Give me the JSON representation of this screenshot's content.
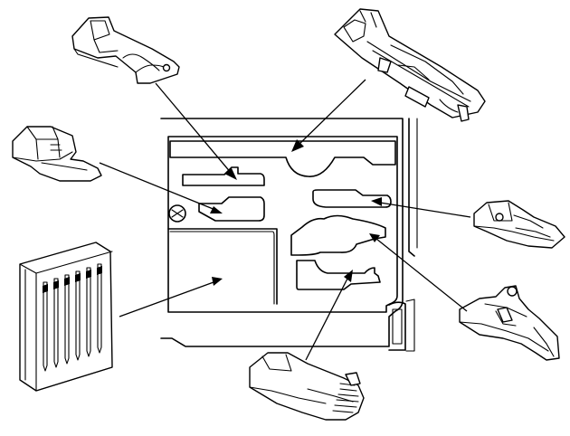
{
  "figure": {
    "kind": "accessory-storage-diagram",
    "accessories": [
      {
        "id": "rolled-hem-foot",
        "icon": "rolled-hem-foot-icon"
      },
      {
        "id": "buttonhole-foot",
        "icon": "buttonhole-foot-icon"
      },
      {
        "id": "zipper-foot",
        "icon": "zipper-foot-icon"
      },
      {
        "id": "satin-stitch-foot",
        "icon": "satin-stitch-foot-icon"
      },
      {
        "id": "needle-pack",
        "icon": "needle-pack-icon"
      },
      {
        "id": "straight-stitch-foot",
        "icon": "straight-stitch-foot-icon"
      },
      {
        "id": "overcasting-foot",
        "icon": "overcasting-foot-icon"
      }
    ],
    "colors": {
      "line": "#000000",
      "background": "#ffffff",
      "shade": "#f2f2f2"
    }
  }
}
